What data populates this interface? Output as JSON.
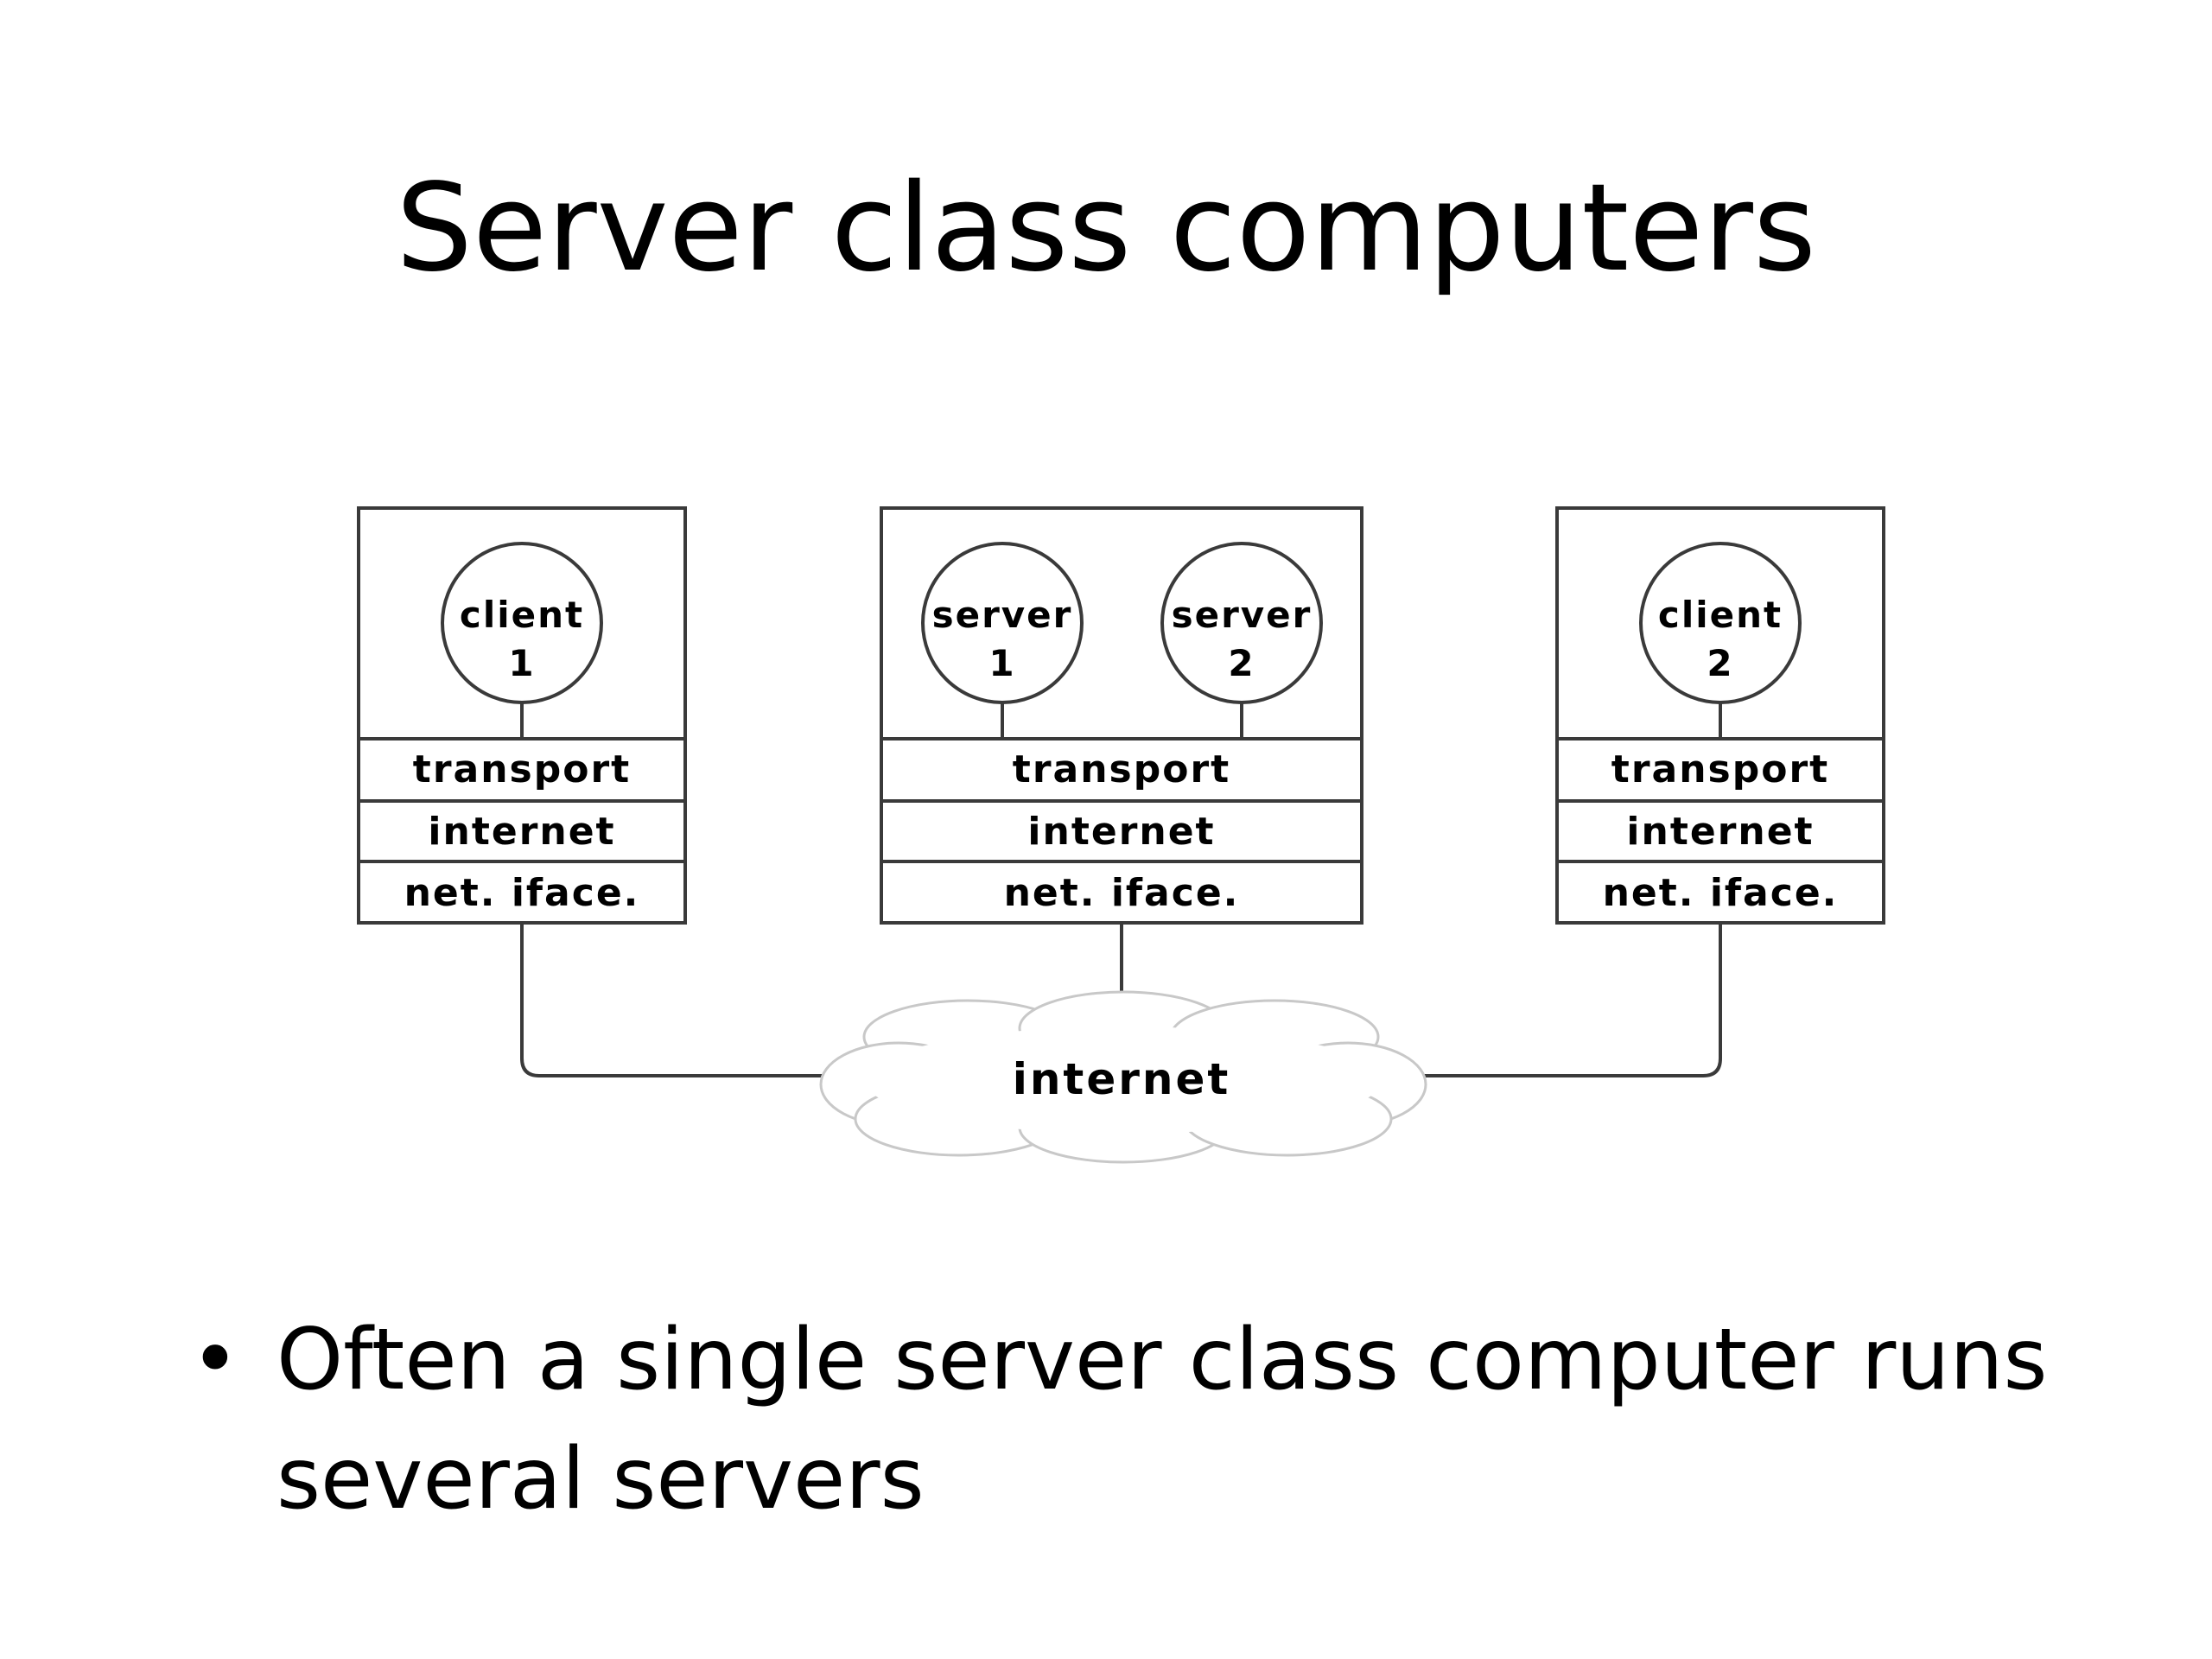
{
  "title": "Server class computers",
  "hosts": [
    {
      "id": "client-1",
      "apps": [
        {
          "line1": "client",
          "line2": "1"
        }
      ],
      "layers": [
        "transport",
        "internet",
        "net. iface."
      ]
    },
    {
      "id": "server-host",
      "apps": [
        {
          "line1": "server",
          "line2": "1"
        },
        {
          "line1": "server",
          "line2": "2"
        }
      ],
      "layers": [
        "transport",
        "internet",
        "net. iface."
      ]
    },
    {
      "id": "client-2",
      "apps": [
        {
          "line1": "client",
          "line2": "2"
        }
      ],
      "layers": [
        "transport",
        "internet",
        "net. iface."
      ]
    }
  ],
  "cloud_label": "internet",
  "bullets": [
    {
      "text": "Often a single server class computer runs several servers"
    }
  ]
}
